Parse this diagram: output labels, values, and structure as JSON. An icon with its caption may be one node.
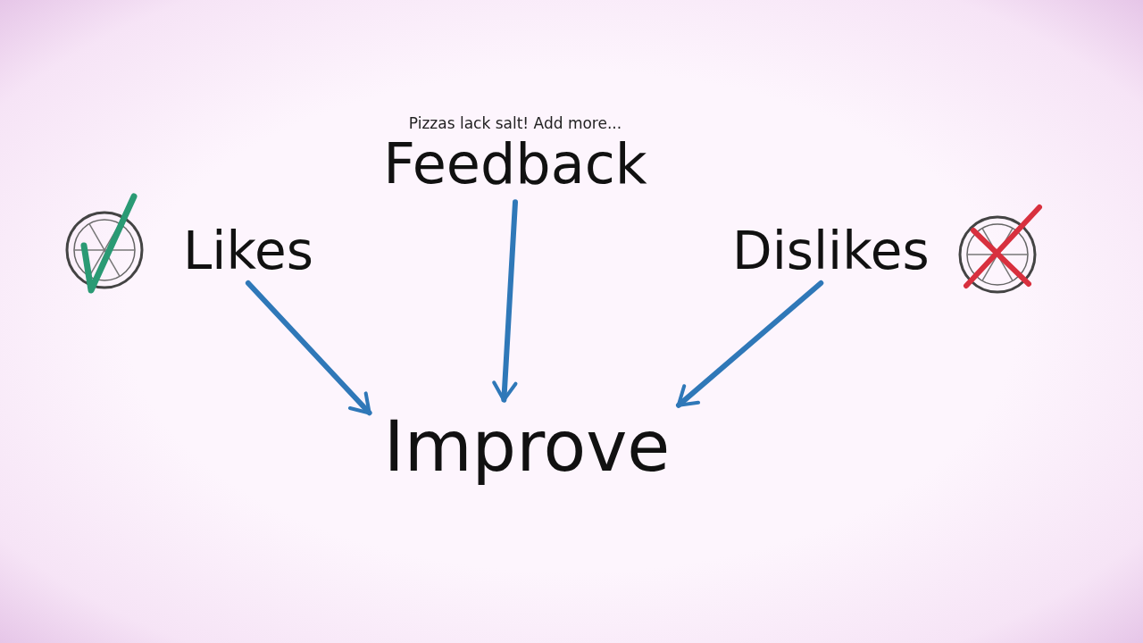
{
  "diagram": {
    "nodes": [
      {
        "text": [
          "Feedback"
        ],
        "beside": [
          "Pizzas lack salt! Add more..."
        ]
      },
      {
        "text": [
          "Likes"
        ]
      },
      {
        "text": [
          "Dislikes"
        ]
      },
      {
        "text": [
          "Improve"
        ]
      }
    ],
    "edges": [
      {
        "from": 1,
        "to": 3,
        "arrow": "to"
      },
      {
        "from": 0,
        "to": 3,
        "arrow": "to"
      },
      {
        "from": 2,
        "to": 3,
        "arrow": "to"
      }
    ]
  }
}
